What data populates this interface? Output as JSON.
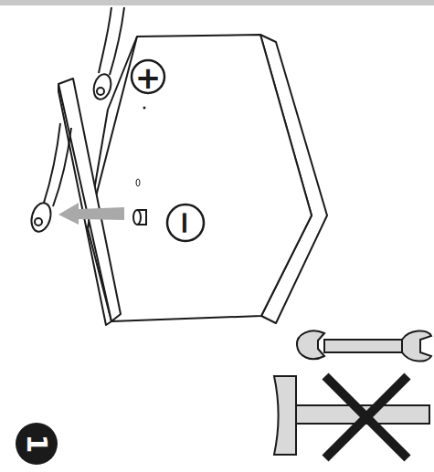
{
  "diagram": {
    "labels": [
      "+",
      "−",
      "1"
    ]
  }
}
